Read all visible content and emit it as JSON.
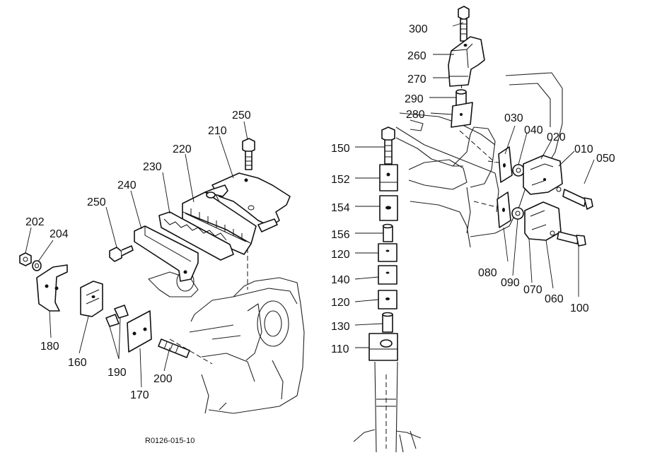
{
  "drawing_code": "R0126-015-10",
  "labels": {
    "p300": "300",
    "p260": "260",
    "p270": "270",
    "p290": "290",
    "p280": "280",
    "p150": "150",
    "p152": "152",
    "p154": "154",
    "p156": "156",
    "p120a": "120",
    "p140": "140",
    "p120b": "120",
    "p130": "130",
    "p110": "110",
    "p030": "030",
    "p040": "040",
    "p020": "020",
    "p010": "010",
    "p050": "050",
    "p080": "080",
    "p090": "090",
    "p070": "070",
    "p060": "060",
    "p100": "100",
    "p250a": "250",
    "p210": "210",
    "p220": "220",
    "p230": "230",
    "p240": "240",
    "p250b": "250",
    "p202": "202",
    "p204": "204",
    "p180": "180",
    "p160": "160",
    "p190": "190",
    "p170": "170",
    "p200": "200"
  }
}
